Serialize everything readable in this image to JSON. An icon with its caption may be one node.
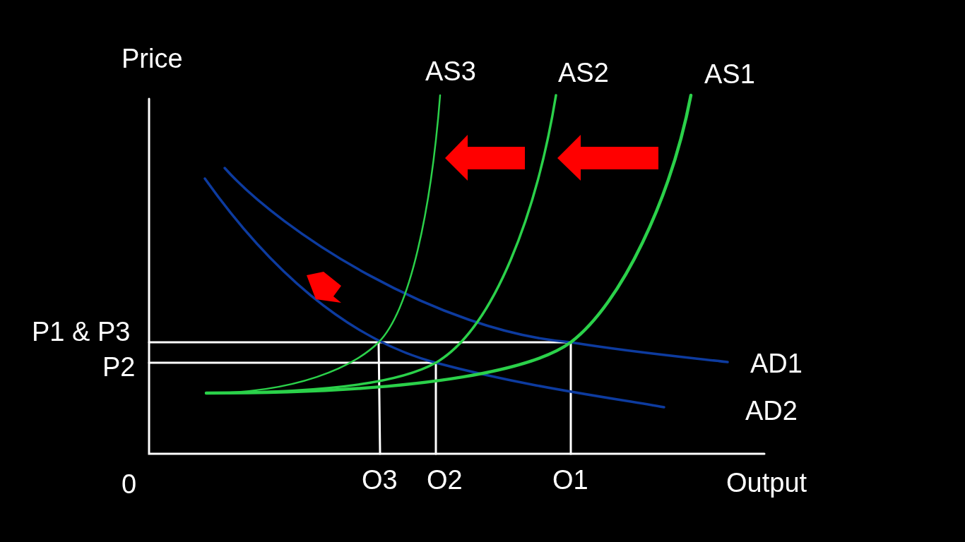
{
  "diagram": {
    "labels": [
      "Price",
      "AS3",
      "AS2",
      "AS1",
      "P1 & P3",
      "P2",
      "AD1",
      "AD2",
      "0",
      "O3",
      "O2",
      "O1",
      "Output"
    ]
  }
}
